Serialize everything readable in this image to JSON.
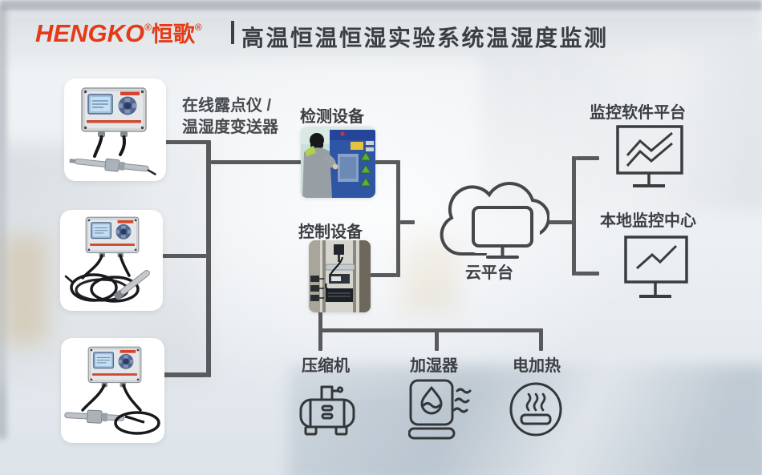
{
  "header": {
    "brand": "HENGKO",
    "brand_reg": "®",
    "brand_cn": "恒歌",
    "brand_cn_reg": "®",
    "divider": "|",
    "title": "高温恒温恒湿实验系统温湿度监测"
  },
  "colors": {
    "brand_red": "#e53a17",
    "connector_gray": "#595a5c",
    "icon_stroke": "#393c3f",
    "text_dark": "#3c3f43"
  },
  "left_panel": {
    "caption_line1": "在线露点仪 /",
    "caption_line2": "温湿度变送器",
    "products": [
      {
        "name": "dew-point-transmitter-with-inline-probe"
      },
      {
        "name": "humidity-transmitter-with-coiled-cable-probe"
      },
      {
        "name": "humidity-transmitter-with-pipeline-probe"
      }
    ]
  },
  "middle": {
    "detection_label": "检测设备",
    "control_label": "控制设备"
  },
  "cloud": {
    "label": "云平台",
    "icon": "cloud-platform-icon"
  },
  "right_panel": {
    "software_label": "监控软件平台",
    "software_icon": "monitor-chart-icon",
    "local_label": "本地监控中心",
    "local_icon": "monitor-trend-icon"
  },
  "actuators": [
    {
      "label": "压缩机",
      "icon": "compressor-icon"
    },
    {
      "label": "加湿器",
      "icon": "humidifier-icon"
    },
    {
      "label": "电加热",
      "icon": "heater-icon"
    }
  ]
}
